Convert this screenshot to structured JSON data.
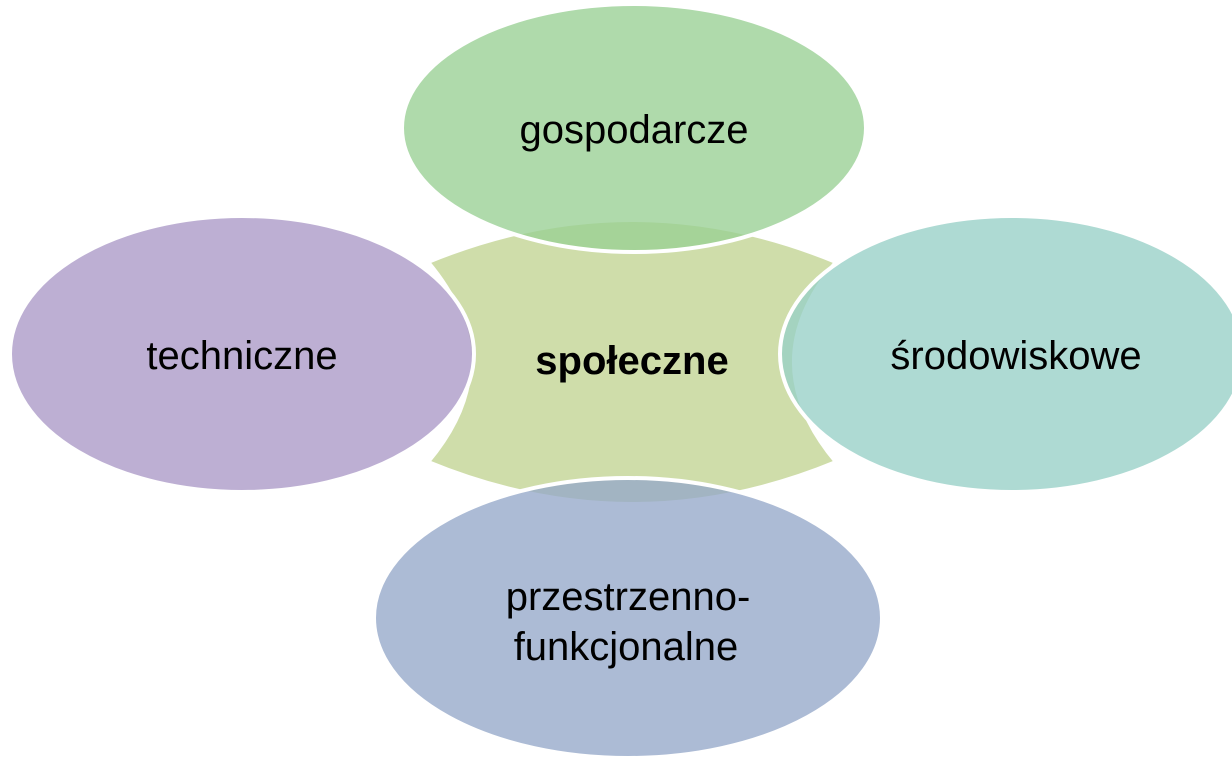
{
  "diagram": {
    "center": {
      "label": "społeczne",
      "color": "#cfddaa"
    },
    "nodes": {
      "top": {
        "label": "gospodarcze",
        "color": "#98cf94"
      },
      "left": {
        "label": "techniczne",
        "color": "#ad9bc8"
      },
      "right": {
        "label": "środowiskowe",
        "color": "#97cfc6"
      },
      "bottom": {
        "label_line1": "przestrzenno-",
        "label_line2": "funkcjonalne",
        "color": "#95a8c9"
      }
    }
  }
}
